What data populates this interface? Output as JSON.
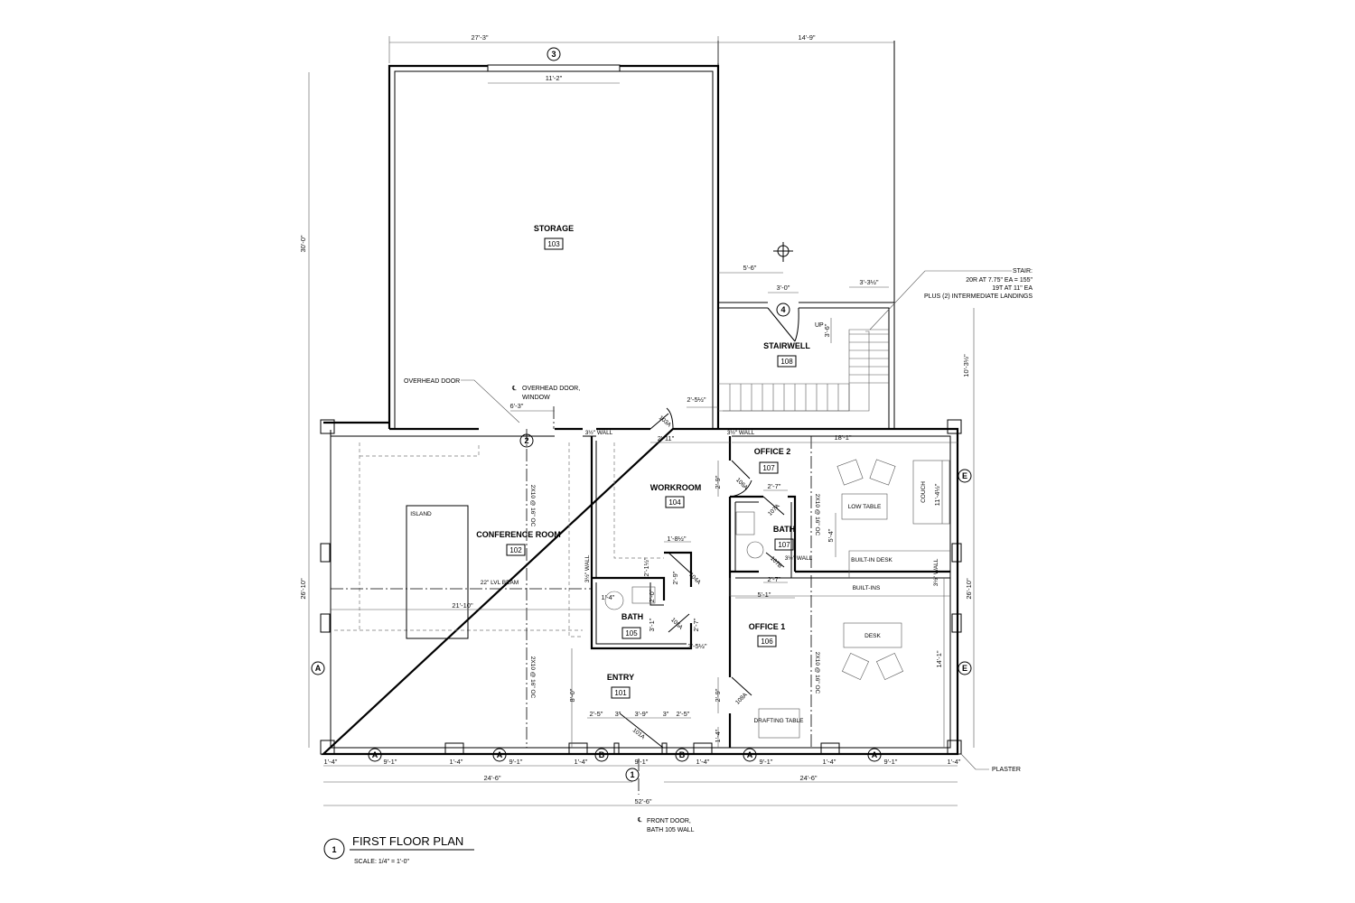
{
  "title": {
    "number": "1",
    "text": "FIRST FLOOR PLAN",
    "scale": "SCALE: 1/4\" = 1'-0\""
  },
  "rooms": [
    {
      "name": "STORAGE",
      "number": "103"
    },
    {
      "name": "STAIRWELL",
      "number": "108"
    },
    {
      "name": "CONFERENCE ROOM",
      "number": "102"
    },
    {
      "name": "WORKROOM",
      "number": "104"
    },
    {
      "name": "BATH",
      "number": "105"
    },
    {
      "name": "OFFICE 2",
      "number": "107"
    },
    {
      "name": "BATH",
      "number": "107"
    },
    {
      "name": "OFFICE 1",
      "number": "106"
    },
    {
      "name": "ENTRY",
      "number": "101"
    }
  ],
  "furniture": [
    "ISLAND",
    "LOW TABLE",
    "COUCH",
    "BUILT-IN DESK",
    "BUILT-INS",
    "DESK",
    "DRAFTING TABLE"
  ],
  "dims": [
    "27'-3\"",
    "14'-9\"",
    "11'-2\"",
    "30'-0\"",
    "5'-6\"",
    "3'-0\"",
    "3'-3½\"",
    "3'-6\"",
    "10'-3½\"",
    "6'-3\"",
    "2'-5½\"",
    "2'-11\"",
    "18'-1\"",
    "2'-9\"",
    "2'-7\"",
    "11'-4½\"",
    "5'-4\"",
    "2'-7\"",
    "5'-1\"",
    "1'-8½\"",
    "2'-1½\"",
    "2'-9\"",
    "2'-0\"",
    "1'-4\"",
    "3'-1\"",
    "2'-7\"",
    "3'-5½\"",
    "26'-10\"",
    "26'-10\"",
    "21'-10\"",
    "14'-1\"",
    "8'-0\"",
    "2'-9\"",
    "1'-4\"",
    "2'-5\"",
    "3\"",
    "3'-9\"",
    "3\"",
    "2'-5\""
  ],
  "bottom_dims": [
    "1'-4\"",
    "9'-1\"",
    "1'-4\"",
    "9'-1\"",
    "1'-4\"",
    "9'-1\"",
    "1'-4\"",
    "9'-1\"",
    "1'-4\"",
    "9'-1\"",
    "1'-4\""
  ],
  "overall_dims": [
    "24'-6\"",
    "24'-6\"",
    "52'-6\""
  ],
  "structure": {
    "joist": "2X10 @ 16\" OC",
    "beam": "22\" LVL BEAM",
    "wall": "3½\" WALL"
  },
  "notes": {
    "overhead_door": "OVERHEAD DOOR",
    "cl_overhead_1": "OVERHEAD DOOR,",
    "cl_overhead_2": "WINDOW",
    "stair_1": "STAIR:",
    "stair_2": "20R AT 7.75\" EA = 155\"",
    "stair_3": "19T AT 11\" EA",
    "stair_4": "PLUS (2) INTERMEDIATE LANDINGS",
    "up": "UP",
    "front_1": "FRONT DOOR,",
    "front_2": "BATH 105 WALL",
    "plaster": "PLASTER",
    "cl": "℄"
  },
  "doors": [
    "103A",
    "106A",
    "107A",
    "107B",
    "104A",
    "105A",
    "108A",
    "101A"
  ],
  "grid": [
    "3",
    "4",
    "2",
    "1",
    "E",
    "E",
    "A",
    "A",
    "A",
    "A",
    "A",
    "B",
    "B"
  ]
}
